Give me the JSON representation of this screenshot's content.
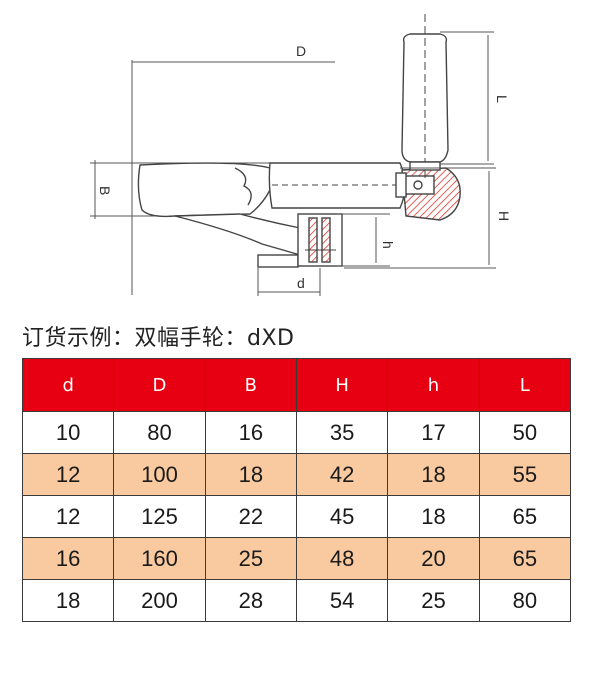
{
  "drawing": {
    "labels": {
      "D": "D",
      "B": "B",
      "L": "L",
      "H": "H",
      "h": "h",
      "d": "d"
    }
  },
  "caption": "订货示例：双幅手轮：dXD",
  "table": {
    "headers": [
      "d",
      "D",
      "B",
      "H",
      "h",
      "L"
    ],
    "rows": [
      [
        "10",
        "80",
        "16",
        "35",
        "17",
        "50"
      ],
      [
        "12",
        "100",
        "18",
        "42",
        "18",
        "55"
      ],
      [
        "12",
        "125",
        "22",
        "45",
        "18",
        "65"
      ],
      [
        "16",
        "160",
        "25",
        "48",
        "20",
        "65"
      ],
      [
        "18",
        "200",
        "28",
        "54",
        "25",
        "80"
      ]
    ],
    "shaded_rows": [
      1,
      3
    ]
  },
  "colors": {
    "header_bg": "#e60012",
    "shade_bg": "#f9c9a0",
    "hatch": "#e0362b"
  }
}
